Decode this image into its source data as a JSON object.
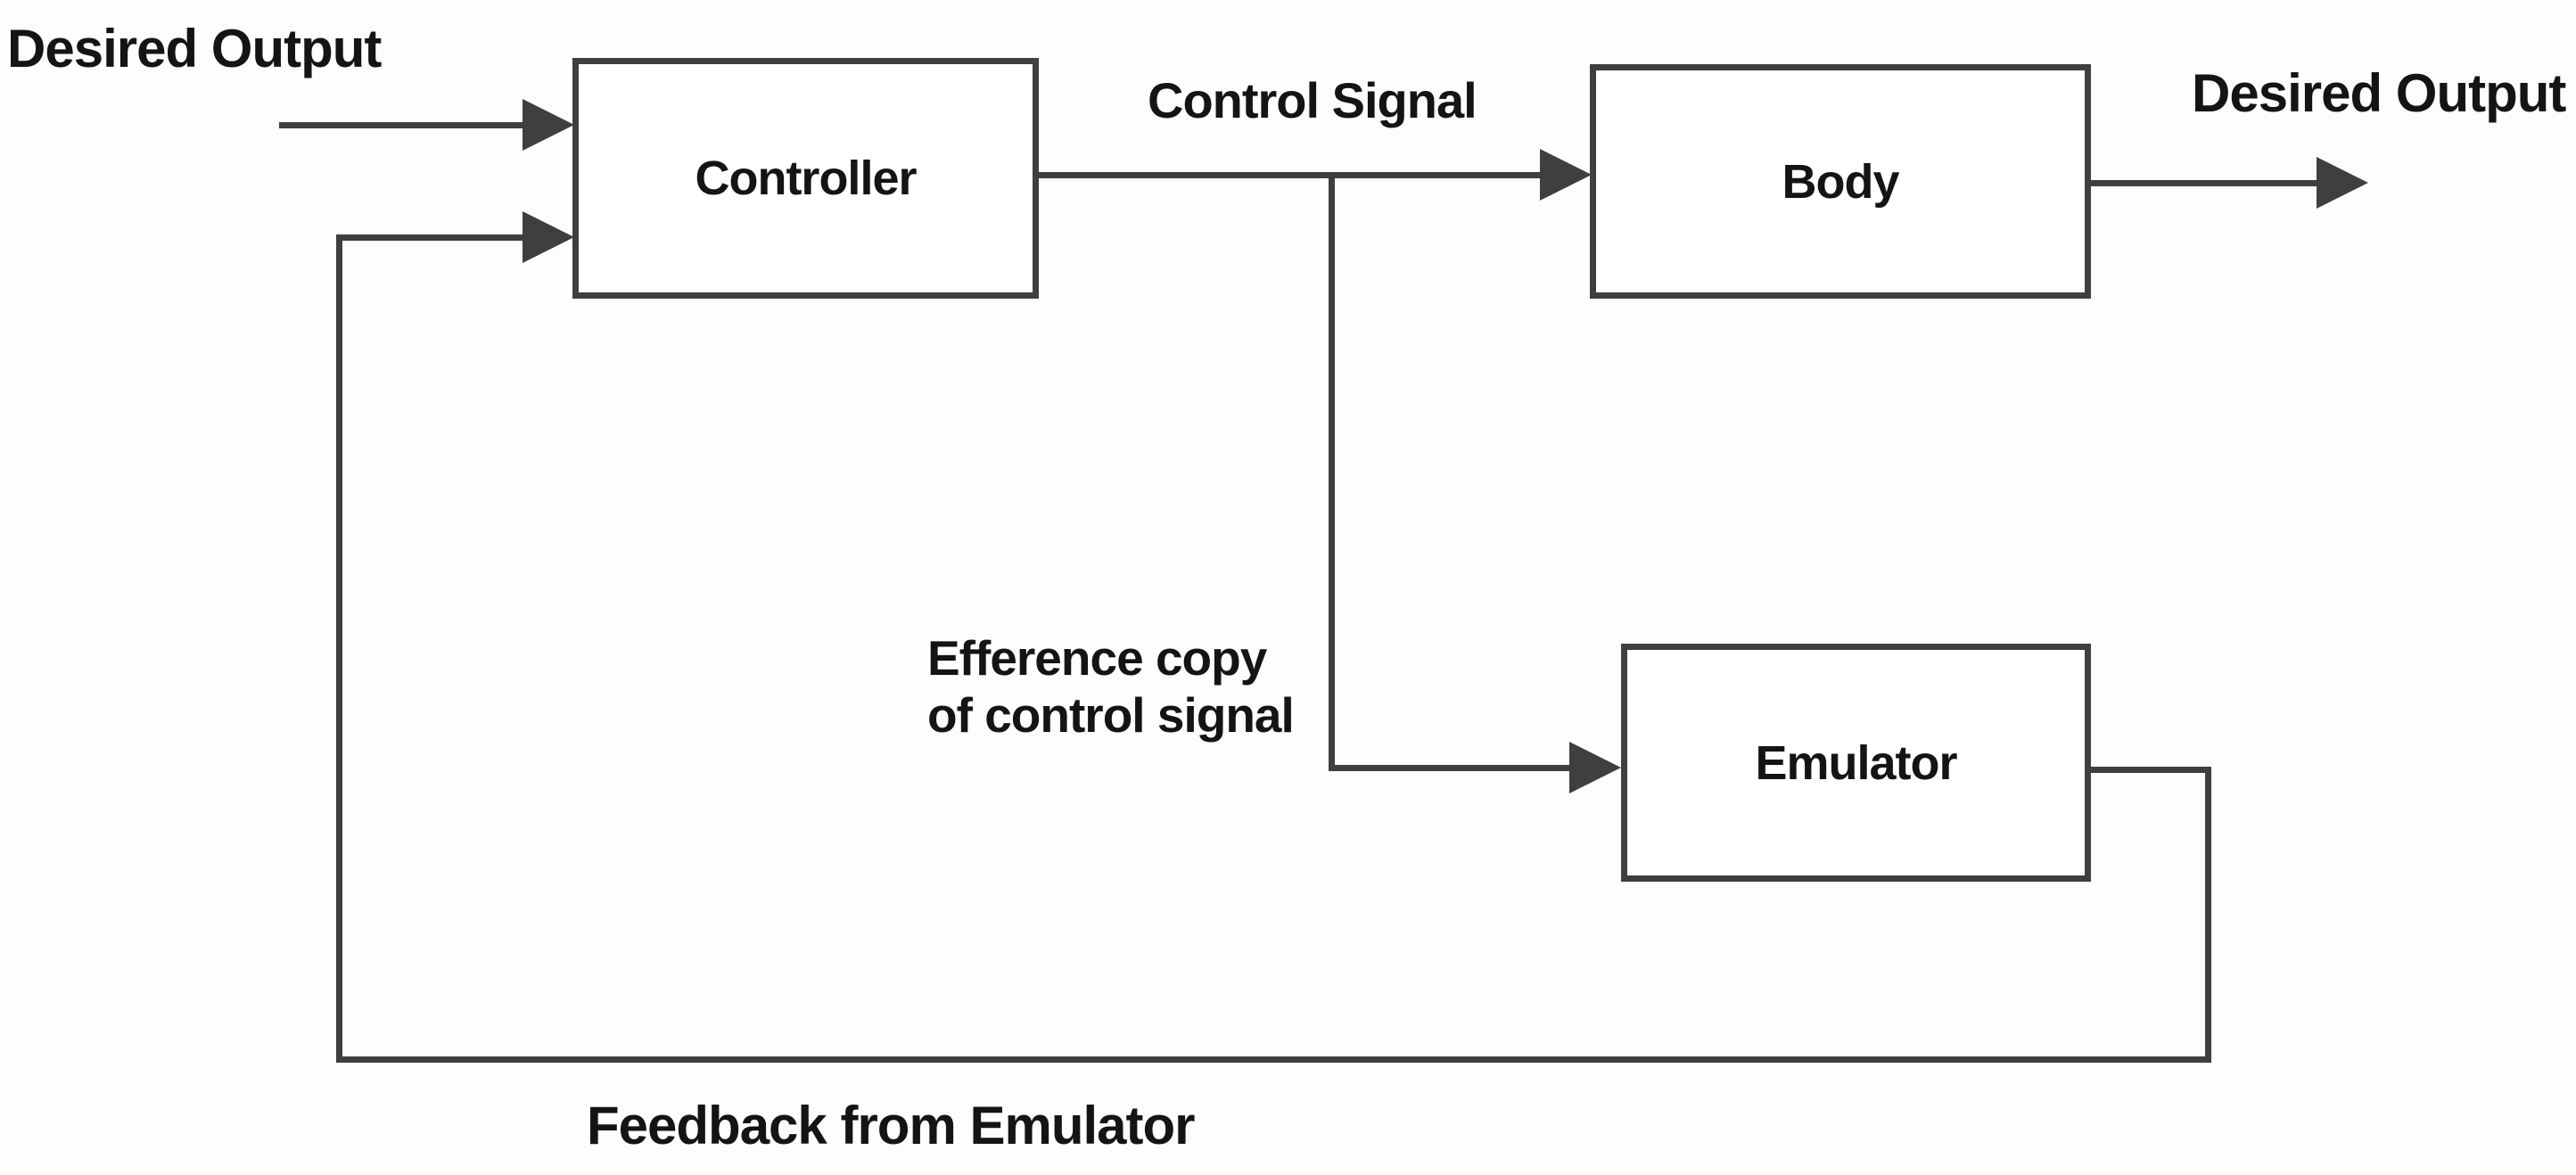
{
  "diagram": {
    "type": "block-diagram",
    "nodes": [
      {
        "id": "controller",
        "label": "Controller"
      },
      {
        "id": "body",
        "label": "Body"
      },
      {
        "id": "emulator",
        "label": "Emulator"
      }
    ],
    "edge_labels": {
      "desired_output_in": "Desired Output",
      "control_signal": "Control Signal",
      "desired_output_out": "Desired Output",
      "efference_copy_line1": "Efference copy",
      "efference_copy_line2": "of control signal",
      "feedback_from_emulator": "Feedback from Emulator"
    },
    "colors": {
      "line": "#3f3f3f",
      "text": "#141414",
      "background": "#fdfdfd",
      "node_fill": "#ffffff"
    }
  }
}
